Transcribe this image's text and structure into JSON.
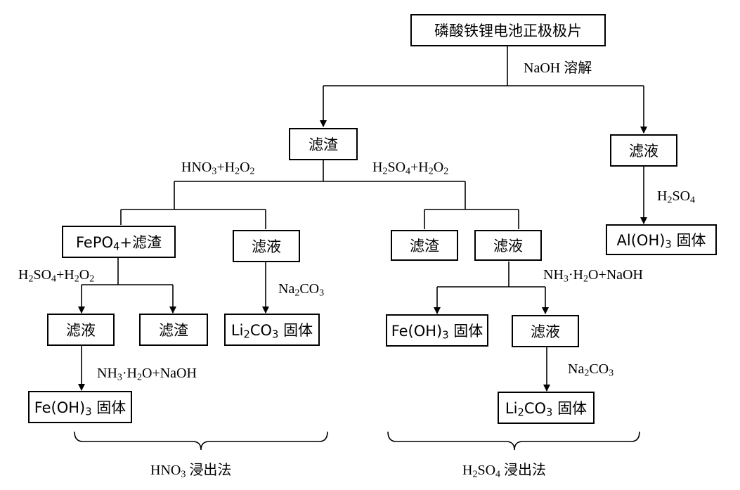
{
  "nodes": {
    "root": "磷酸铁锂电池正极极片",
    "residue_main": "滤渣",
    "filtrate_right": "滤液",
    "aloh3_solid": "Al(OH)3 固体",
    "fepo4_residue": "FePO4+滤渣",
    "filtrate_hno3": "滤液",
    "residue_h2so4": "滤渣",
    "filtrate_h2so4": "滤液",
    "filtrate_ll": "滤液",
    "residue_ll": "滤渣",
    "li2co3_hno3": "Li2CO3 固体",
    "feoh3_mid": "Fe(OH)3 固体",
    "filtrate_mid": "滤液",
    "feoh3_bottom": "Fe(OH)3 固体",
    "li2co3_h2so4": "Li2CO3 固体"
  },
  "reagents": {
    "naoh": "NaOH 溶解",
    "hno3_h2o2": "HNO3+H2O2",
    "h2so4_h2o2_top": "H2SO4+H2O2",
    "h2so4_right": "H2SO4",
    "h2so4_h2o2_left": "H2SO4+H2O2",
    "na2co3_left": "Na2CO3",
    "nh3_naoh_mid": "NH3·H2O+NaOH",
    "nh3_naoh_bottom": "NH3·H2O+NaOH",
    "na2co3_right": "Na2CO3"
  },
  "methods": {
    "hno3": "HNO3 浸出法",
    "h2so4": "H2SO4 浸出法"
  }
}
